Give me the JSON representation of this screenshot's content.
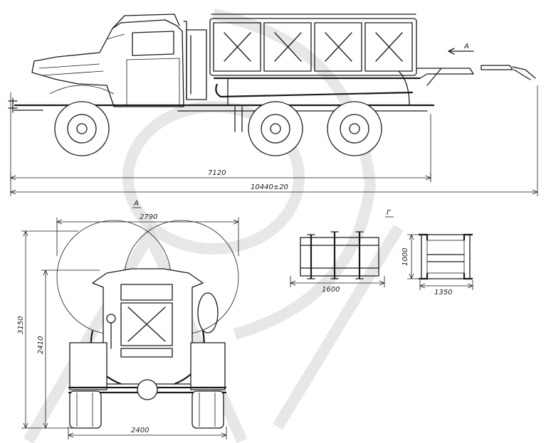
{
  "views": {
    "view_marker_a": "A",
    "section_marker": "Г"
  },
  "dimensions": {
    "wheelbase_span": "7120",
    "overall_length": "10440±20",
    "rear_width_top": "2790",
    "overall_height": "3150",
    "tank_height": "2410",
    "track_width": "2400",
    "container_length": "1600",
    "container_height": "1000",
    "container_width": "1350"
  }
}
